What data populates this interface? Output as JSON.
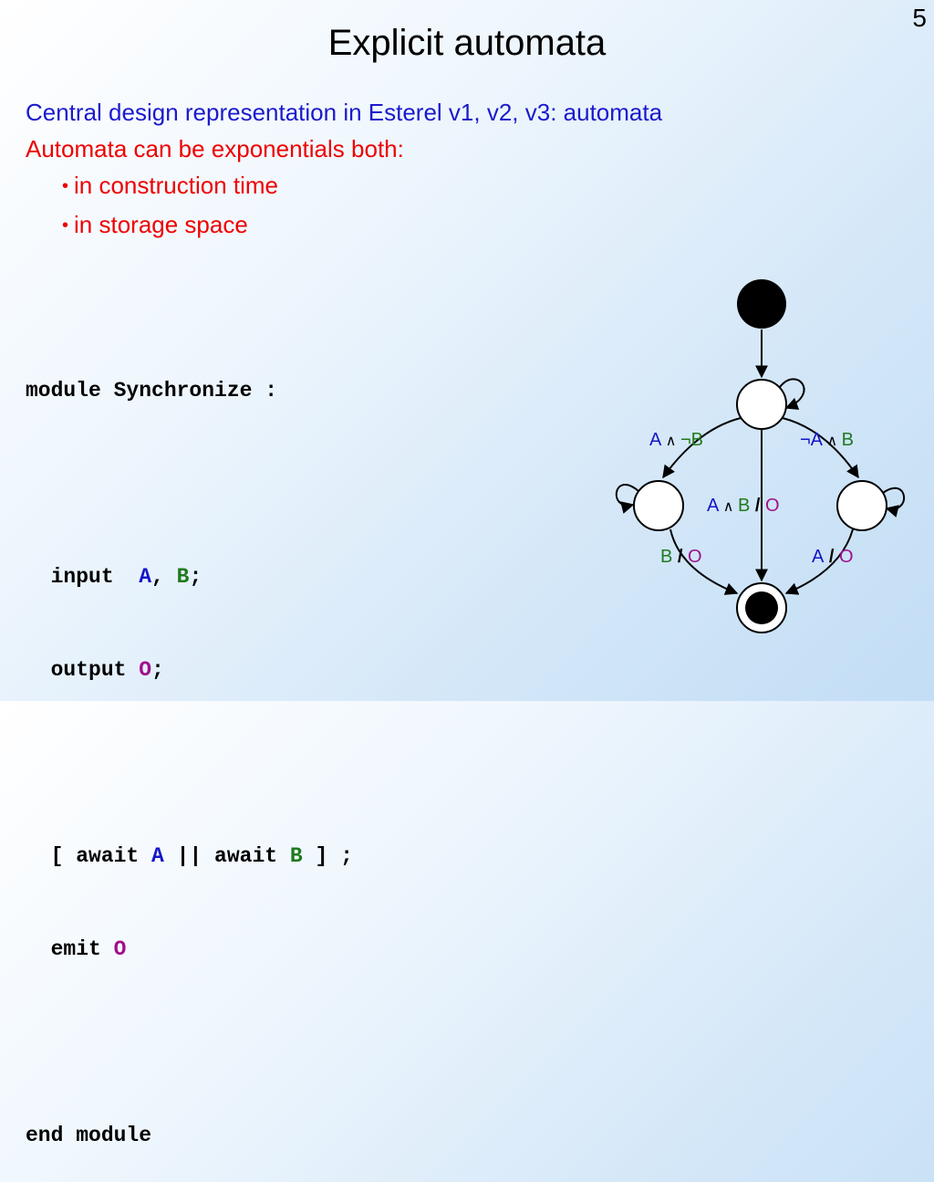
{
  "page_number": "5",
  "title": "Explicit automata",
  "text_lines": {
    "central": "Central design representation in Esterel v1, v2, v3: automata",
    "exponential": "Automata can be exponentials both:",
    "bullet_dot": "•",
    "bullets": [
      "in construction time",
      "in storage space"
    ]
  },
  "code": {
    "module_line": "module Synchronize :",
    "input_kw": "input  ",
    "output_kw": "output ",
    "await_kw": "[ await ",
    "par_kw": " || await ",
    "close_kw": " ] ;",
    "emit_kw": "emit ",
    "end_line": "end module",
    "comma": ", ",
    "semi": ";",
    "sig_a": "A",
    "sig_b": "B",
    "sig_o": "O"
  },
  "diagram": {
    "labels": {
      "left_top_a": "A",
      "left_top_and": " ∧ ",
      "left_top_notb": "¬B",
      "right_top_nota": "¬A",
      "right_top_and": " ∧ ",
      "right_top_b": "B",
      "middle_a": "A",
      "middle_and": " ∧ ",
      "middle_b": "B",
      "slash": " / ",
      "middle_o": "O",
      "left_bottom_b": "B",
      "left_bottom_o": "O",
      "right_bottom_a": "A",
      "right_bottom_o": "O"
    }
  },
  "colors": {
    "signal_a": "#1515c8",
    "signal_b": "#1f7a1f",
    "signal_o": "#a0108a",
    "text_blue": "#1a1acc",
    "text_red": "#ee0000"
  }
}
